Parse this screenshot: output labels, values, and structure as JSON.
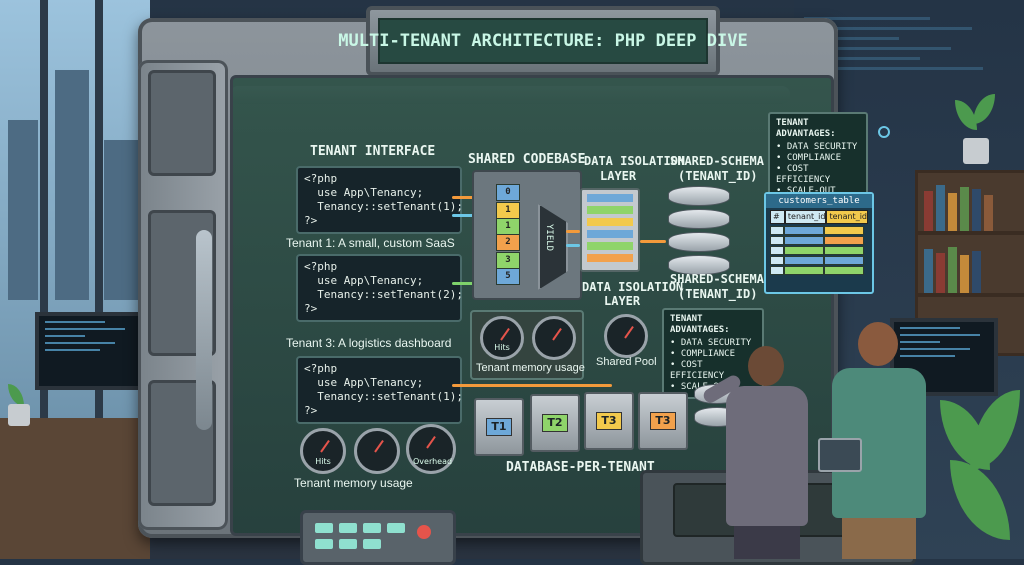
{
  "title": "MULTI-TENANT ARCHITECTURE: PHP DEEP DIVE",
  "labels": {
    "tenant_interface": "TENANT INTERFACE",
    "shared_codebase": "SHARED CODEBASE",
    "data_isolation_top": "DATA ISOLATION",
    "data_isolation_top2": "LAYER",
    "shared_schema_top": "SHARED-SCHEMA",
    "shared_schema_top2": "(TENANT_ID)",
    "data_isolation_bottom": "DATA ISOLATION",
    "data_isolation_bottom2": "LAYER",
    "shared_schema_bottom": "SHARED-SCHEMA",
    "shared_schema_bottom2": "(TENANT_ID)",
    "tenant1": "Tenant 1: A small, custom SaaS",
    "tenant3": "Tenant 3: A logistics dashboard",
    "tenant_memory_usage_mid": "Tenant memory usage",
    "tenant_memory_usage_bottom": "Tenant memory usage",
    "shared_pool": "Shared Pool",
    "database_per_tenant": "DATABASE-PER-TENANT",
    "yield": "YIELD"
  },
  "code_blocks": [
    {
      "lines": [
        "<?php",
        "  use App\\Tenancy;",
        "  Tenancy::setTenant(1);",
        "?>"
      ]
    },
    {
      "lines": [
        "<?php",
        "  use App\\Tenancy;",
        "  Tenancy::setTenant(2);",
        "?>"
      ]
    },
    {
      "lines": [
        "<?php",
        "  use App\\Tenancy;",
        "  Tenancy::setTenant(1);",
        "?>"
      ]
    }
  ],
  "codebase_blocks": [
    "0",
    "1",
    "1",
    "2",
    "3",
    "5"
  ],
  "gauges": {
    "mid_left": "Hits",
    "bottom_left": "Hits",
    "bottom_right": "Overhead"
  },
  "servers": [
    "T1",
    "T2",
    "T3",
    "T3"
  ],
  "advantages_top": {
    "heading": "TENANT ADVANTAGES:",
    "items": [
      "• DATA SECURITY",
      "• COMPLIANCE",
      "• COST EFFICIENCY",
      "• SCALE-OUT"
    ]
  },
  "advantages_mid": {
    "heading": "TENANT ADVANTAGES:",
    "items": [
      "• DATA SECURITY",
      "• COMPLIANCE",
      "• COST EFFICIENCY",
      "• SCALE-OUT"
    ]
  },
  "customers_table": {
    "title": "customers_table",
    "headers": [
      "#",
      "tenant_id",
      "tenant_id"
    ]
  },
  "colors": {
    "screen": "#2d5046",
    "accent_orange": "#f39a3b",
    "accent_cyan": "#6cc7e6",
    "accent_green": "#7fd36b",
    "block_blue": "#6ea8d8",
    "block_green": "#8fd46a",
    "block_yellow": "#f2c94c",
    "block_orange": "#f2a14c"
  }
}
